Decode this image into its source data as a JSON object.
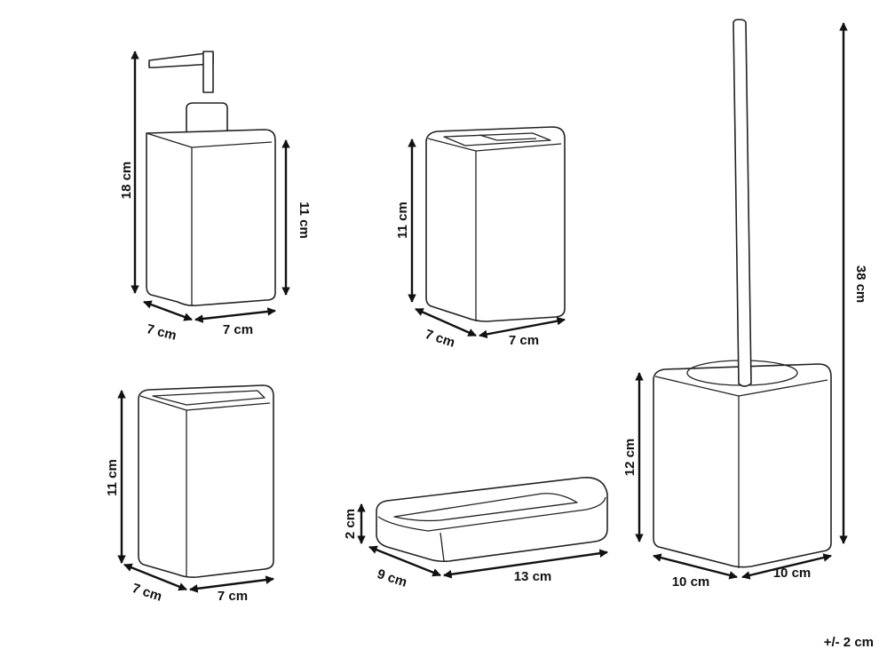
{
  "soap_dispenser": {
    "height_total": "18 cm",
    "height_body": "11 cm",
    "depth": "7 cm",
    "width": "7 cm"
  },
  "toothbrush_holder": {
    "height": "11 cm",
    "depth": "7 cm",
    "width": "7 cm"
  },
  "tumbler": {
    "height": "11 cm",
    "depth": "7 cm",
    "width": "7 cm"
  },
  "soap_dish": {
    "height": "2 cm",
    "depth": "9 cm",
    "width": "13 cm"
  },
  "toilet_brush": {
    "height_total": "38 cm",
    "height_holder": "12 cm",
    "depth": "10 cm",
    "width": "10 cm"
  },
  "tolerance": "+/- 2 cm",
  "colors": {
    "line": "#222222",
    "background": "#ffffff"
  }
}
